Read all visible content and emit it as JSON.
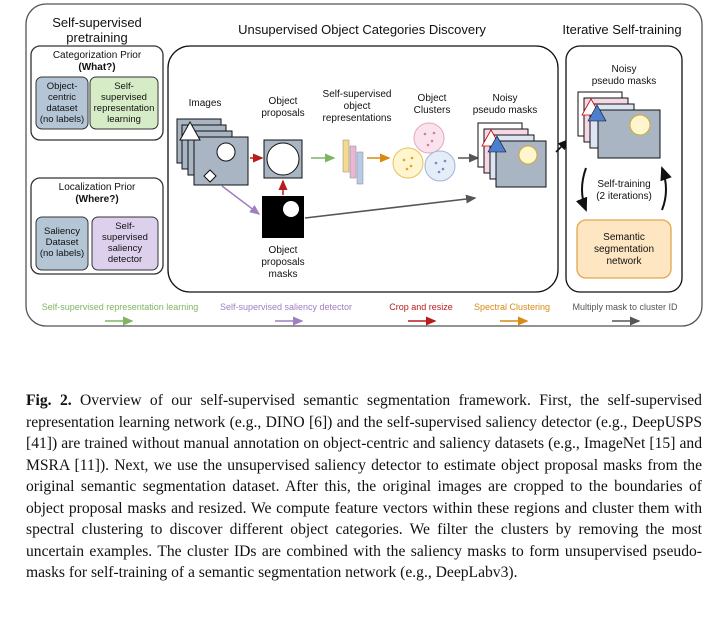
{
  "figure": {
    "sections": {
      "pretraining_title": [
        "Self-supervised",
        "pretraining"
      ],
      "discovery_title": "Unsupervised Object Categories Discovery",
      "selftraining_title": "Iterative Self-training"
    },
    "categorization_prior": {
      "title": "Categorization Prior",
      "subtitle": "(What?)",
      "dataset": [
        "Object-",
        "centric",
        "dataset",
        "(no labels)"
      ],
      "model": [
        "Self-",
        "supervised",
        "representation",
        "learning"
      ]
    },
    "localization_prior": {
      "title": "Localization Prior",
      "subtitle": "(Where?)",
      "dataset": [
        "Saliency",
        "Dataset",
        "(no labels)"
      ],
      "model": [
        "Self-",
        "supervised",
        "saliency",
        "detector"
      ]
    },
    "pipeline": {
      "images": "Images",
      "object_proposals": [
        "Object",
        "proposals"
      ],
      "representations": [
        "Self-supervised",
        "object",
        "representations"
      ],
      "clusters": [
        "Object",
        "Clusters"
      ],
      "noisy_masks": [
        "Noisy",
        "pseudo masks"
      ],
      "proposal_masks": [
        "Object",
        "proposals",
        "masks"
      ]
    },
    "selftraining": {
      "noisy_masks": [
        "Noisy",
        "pseudo masks"
      ],
      "loop": [
        "Self-training",
        "(2 iterations)"
      ],
      "network": [
        "Semantic",
        "segmentation",
        "network"
      ]
    },
    "legend": [
      {
        "label": "Self-supervised representation learning",
        "color": "#7fb560"
      },
      {
        "label": "Self-supervised saliency detector",
        "color": "#9f7fc0"
      },
      {
        "label": "Crop and resize",
        "color": "#b81c1c"
      },
      {
        "label": "Spectral Clustering",
        "color": "#d98a14"
      },
      {
        "label": "Multiply mask to cluster ID",
        "color": "#555555"
      }
    ]
  },
  "caption": {
    "label": "Fig. 2.",
    "text": "Overview of our self-supervised semantic segmentation framework. First, the self-supervised representation learning network (e.g., DINO [6]) and the self-supervised saliency detector (e.g., DeepUSPS [41]) are trained without manual annotation on object-centric and saliency datasets (e.g., ImageNet [15] and MSRA [11]). Next, we use the unsupervised saliency detector to estimate object proposal masks from the original semantic segmentation dataset. After this, the original images are cropped to the boundaries of object proposal masks and resized. We compute feature vectors within these regions and cluster them with spectral clustering to discover different object categories. We filter the clusters by removing the most uncertain examples. The cluster IDs are combined with the saliency masks to form unsupervised pseudo-masks for self-training of a semantic segmentation network (e.g., DeepLabv3)."
  }
}
